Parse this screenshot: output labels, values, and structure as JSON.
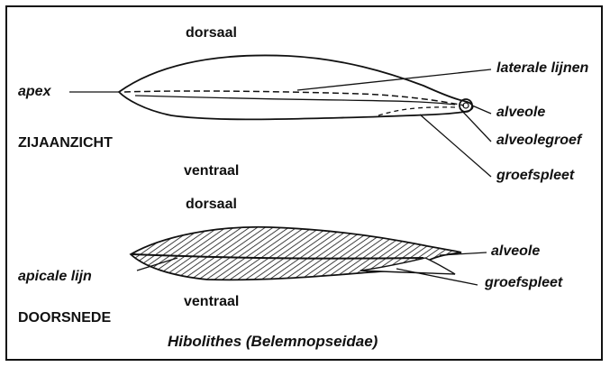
{
  "top": {
    "dorsal": "dorsaal",
    "ventral": "ventraal",
    "apex": "apex",
    "view": "ZIJAANZICHT",
    "lateral_lines": "laterale lijnen",
    "alveole": "alveole",
    "alveolegroef": "alveolegroef",
    "groefspleet": "groefspleet"
  },
  "bottom": {
    "dorsal": "dorsaal",
    "ventral": "ventraal",
    "apical_line": "apicale lijn",
    "view": "DOORSNEDE",
    "alveole": "alveole",
    "groefspleet": "groefspleet"
  },
  "caption": "Hibolithes (Belemnopseidae)"
}
